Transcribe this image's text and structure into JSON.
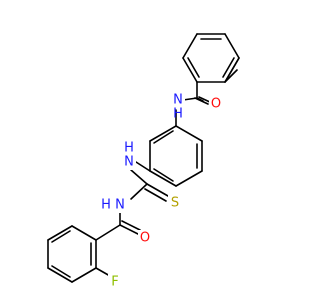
{
  "molecule": {
    "atoms": {
      "n_amide_top": {
        "label": "N",
        "sub": "H",
        "color": "#1a1aff"
      },
      "o_top": {
        "label": "O",
        "color": "#ff0d0d"
      },
      "n_thio_upper": {
        "label": "N",
        "sub": "H",
        "color": "#1a1aff"
      },
      "s_thio": {
        "label": "S",
        "color": "#b3a100"
      },
      "n_thio_lower": {
        "label": "N",
        "sub": "H",
        "color": "#1a1aff"
      },
      "o_bottom": {
        "label": "O",
        "color": "#ff0d0d"
      },
      "f_atom": {
        "label": "F",
        "color": "#8fbf00"
      }
    },
    "colors": {
      "bond": "#000000",
      "nitrogen": "#1a1aff",
      "oxygen": "#ff0d0d",
      "sulfur": "#b3a100",
      "fluorine": "#8fbf00"
    }
  }
}
